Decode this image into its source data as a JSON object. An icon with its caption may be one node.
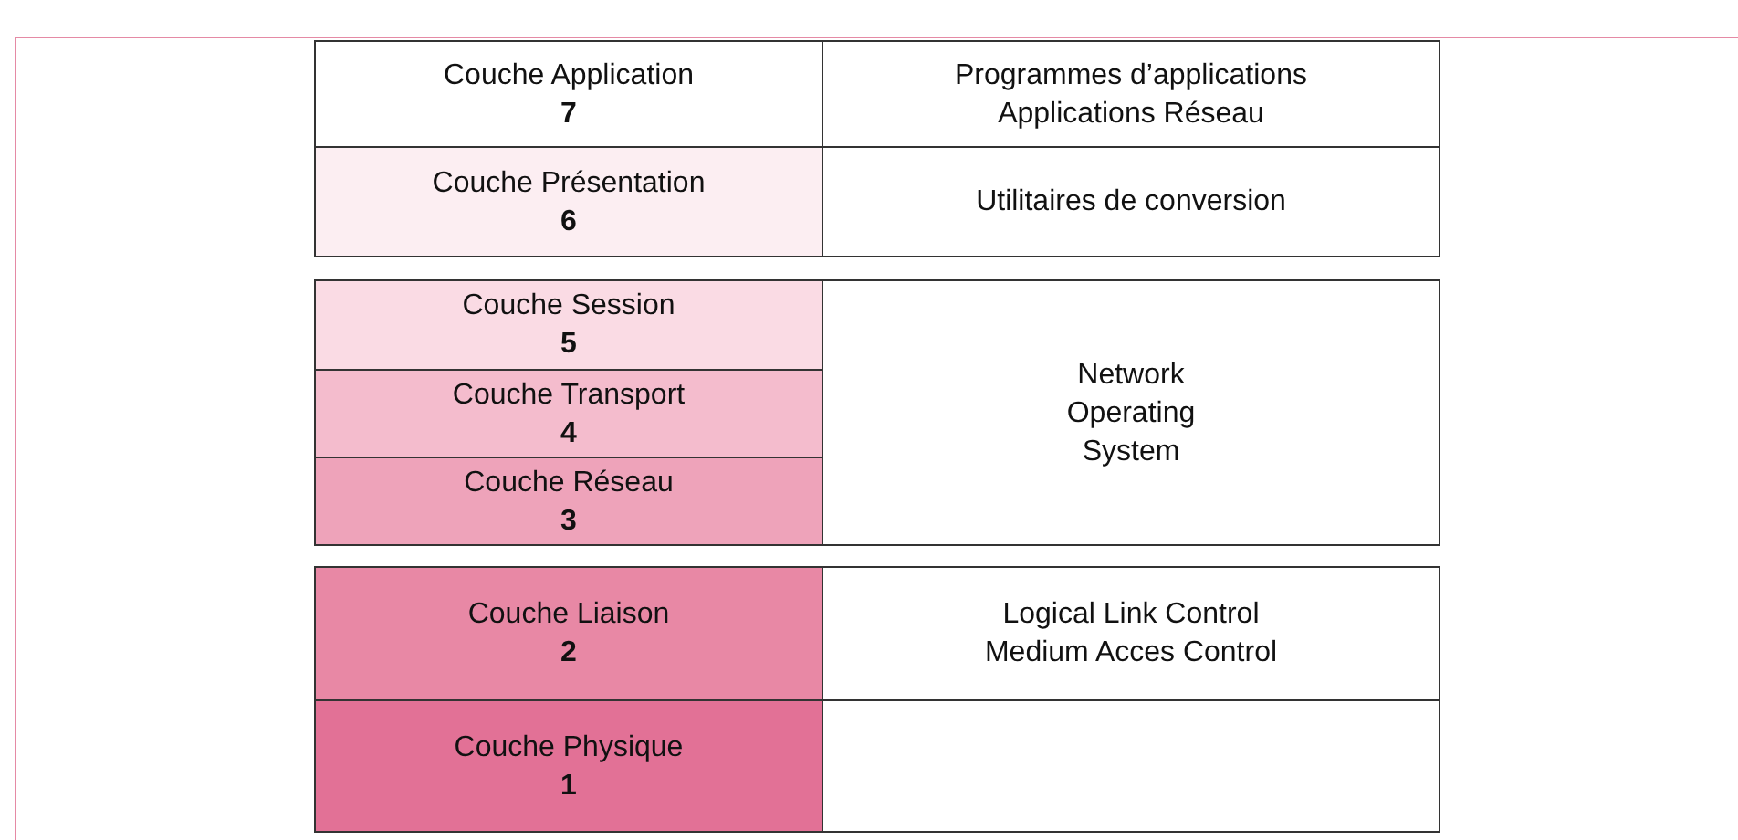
{
  "diagram": {
    "nodes": [
      {
        "text": [
          "Couche Application",
          "7"
        ]
      },
      {
        "text": [
          "Programmes d’applications",
          "Applications Réseau"
        ]
      },
      {
        "text": [
          "Couche Présentation",
          "6"
        ]
      },
      {
        "text": [
          "Utilitaires de conversion"
        ]
      },
      {
        "text": [
          "Couche Session",
          "5"
        ]
      },
      {
        "text": [
          "Network Operating System"
        ]
      },
      {
        "text": [
          "Couche Transport",
          "4"
        ]
      },
      {
        "text": [
          "Couche Réseau",
          "3"
        ]
      },
      {
        "text": [
          "Couche Liaison",
          "2"
        ]
      },
      {
        "text": [
          "Logical Link Control",
          "Medium Acces Control"
        ]
      },
      {
        "text": [
          "Couche Physique",
          "1"
        ]
      },
      {
        "text": [],
        "shape": "box"
      }
    ],
    "edges": []
  }
}
